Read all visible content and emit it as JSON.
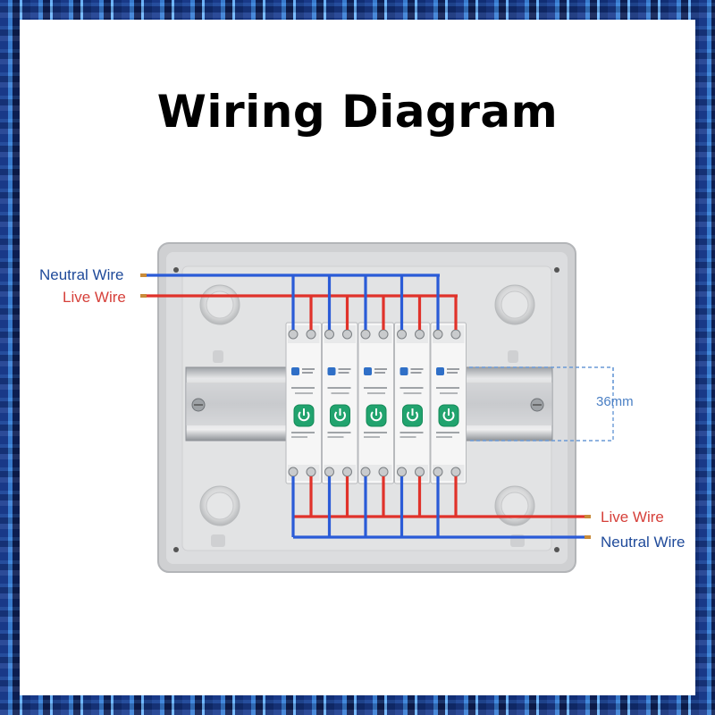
{
  "title": "Wiring Diagram",
  "labels": {
    "neutral_in": "Neutral Wire",
    "live_in": "Live Wire",
    "live_out": "Live Wire",
    "neutral_out": "Neutral Wire",
    "rail_height": "36mm"
  },
  "colors": {
    "neutral": "#2a5bd7",
    "live": "#e0322a",
    "enclosure": "#d9dadb",
    "power_button": "#21a36e"
  },
  "module_count": 5
}
